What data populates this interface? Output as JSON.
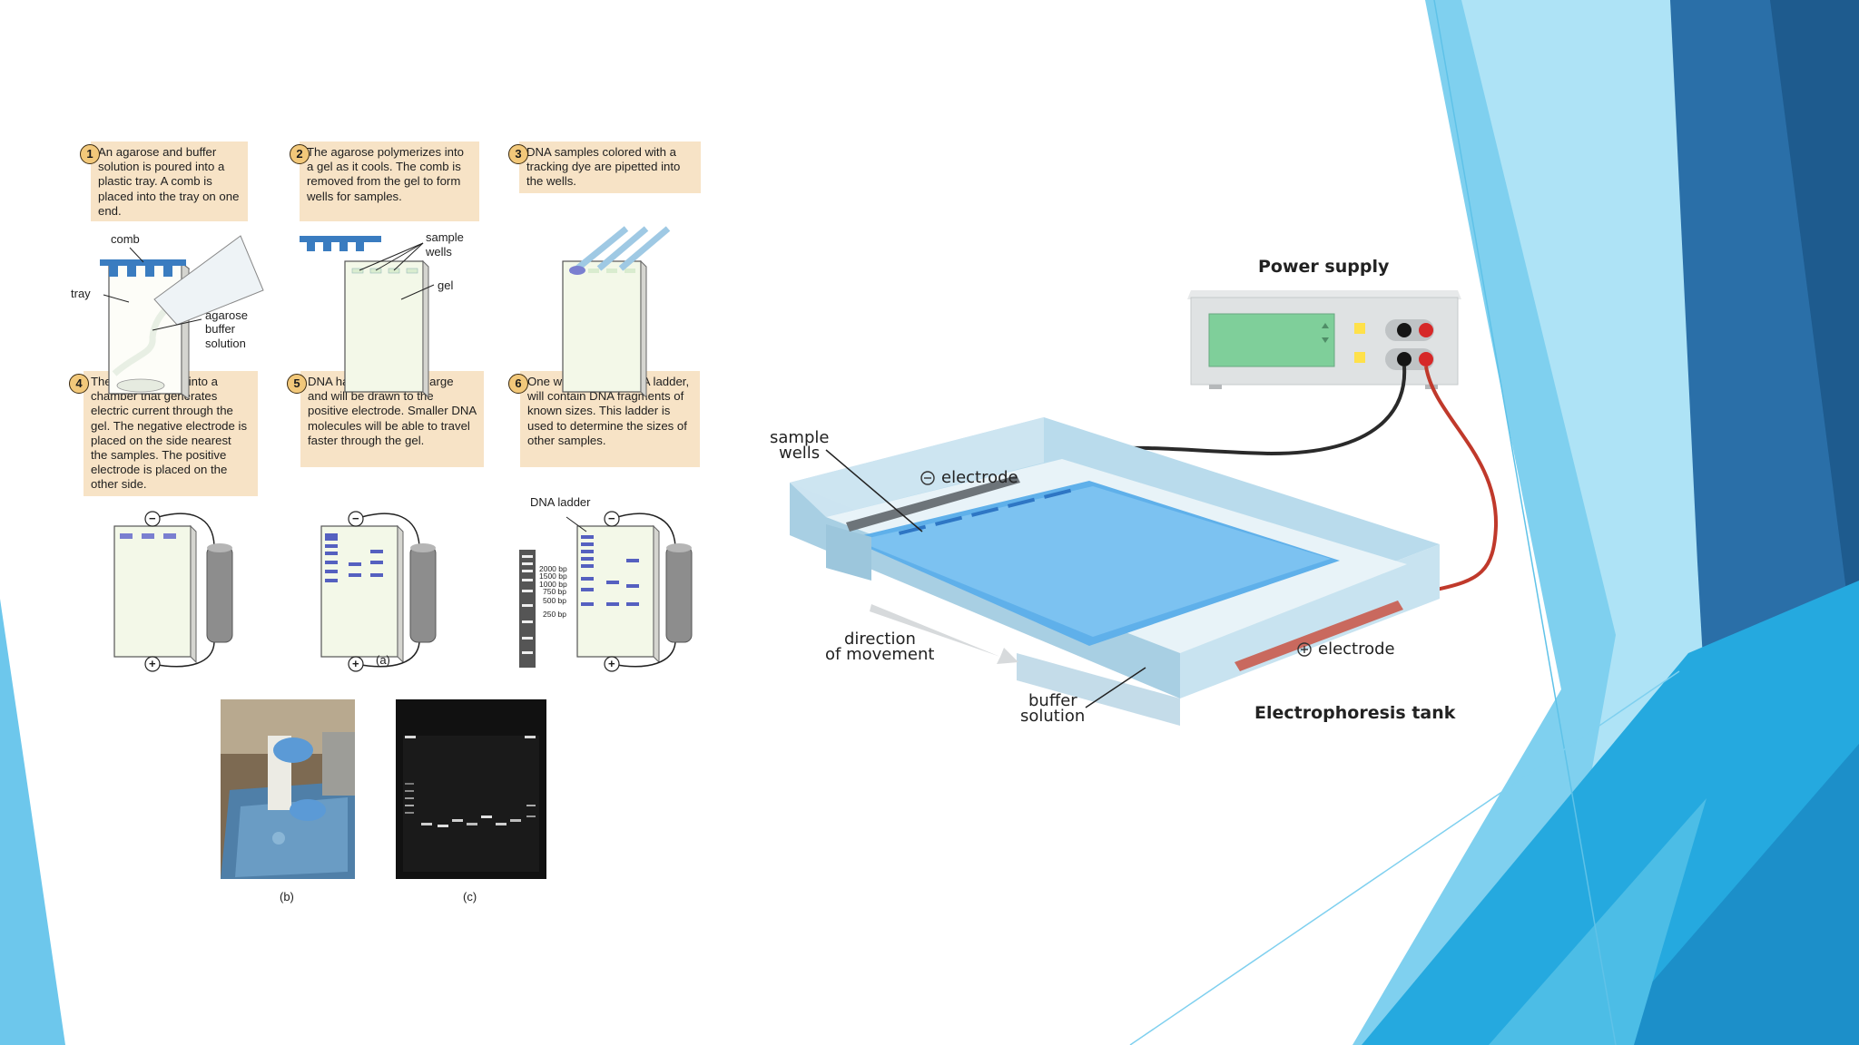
{
  "left_figure": {
    "steps": [
      {
        "num": "1",
        "text": "An agarose and buffer solution is poured into a plastic tray. A comb is placed into the tray on one end."
      },
      {
        "num": "2",
        "text": "The agarose polymerizes into a gel as it cools. The comb is removed from the gel to form wells for samples."
      },
      {
        "num": "3",
        "text": "DNA samples colored with a tracking dye are pipetted into the wells."
      },
      {
        "num": "4",
        "text": "The tray is placed into a chamber that generates electric current through the gel. The negative electrode is placed on the side nearest the samples. The positive electrode is placed on the other side."
      },
      {
        "num": "5",
        "text": "DNA has a negative charge and will be drawn to the positive electrode. Smaller DNA molecules will be able to travel faster through the gel."
      },
      {
        "num": "6",
        "text": "One well, called a DNA ladder, will contain DNA fragments of known sizes. This ladder is used to determine the sizes of other samples."
      }
    ],
    "labels": {
      "comb": "comb",
      "tray": "tray",
      "agarose": "agarose",
      "buffer": "buffer",
      "solution": "solution",
      "sample": "sample",
      "wells": "wells",
      "gel": "gel",
      "dna_ladder": "DNA ladder",
      "minus": "−",
      "plus": "+"
    },
    "ladder_sizes": [
      "2000 bp",
      "1500 bp",
      "1000 bp",
      "750 bp",
      "500 bp",
      "250 bp"
    ],
    "sub_labels": {
      "a": "(a)",
      "b": "(b)",
      "c": "(c)"
    }
  },
  "right_figure": {
    "power_supply": "Power supply",
    "sample_wells_line1": "sample",
    "sample_wells_line2": "wells",
    "neg_electrode": "electrode",
    "direction_line1": "direction",
    "direction_line2": "of movement",
    "buffer_line1": "buffer",
    "buffer_line2": "solution",
    "pos_electrode": "electrode",
    "tank": "Electrophoresis tank"
  },
  "colors": {
    "caption_bg": "#f7e3c6",
    "gel_blue": "#7cc2f1",
    "tank_blue": "#c9e2ef",
    "wire_red": "#c0392b",
    "wire_black": "#2a2a2a",
    "deco_dark": "#2a6fa8",
    "deco_light": "#7fd0ef"
  }
}
